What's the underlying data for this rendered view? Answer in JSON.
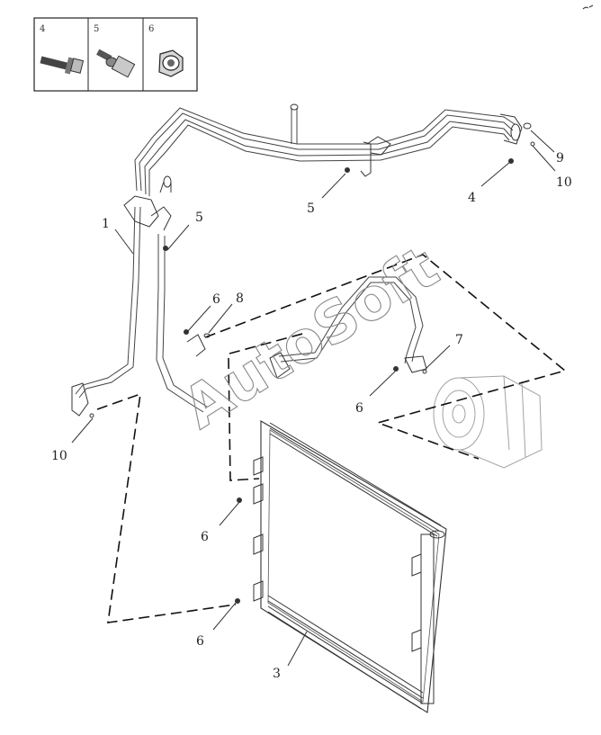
{
  "legend": {
    "cells": [
      {
        "num": "4",
        "icon": "flange-bolt-icon"
      },
      {
        "num": "5",
        "icon": "stud-bolt-icon"
      },
      {
        "num": "6",
        "icon": "hex-nut-icon"
      }
    ]
  },
  "callouts": {
    "c1": "1",
    "c3": "3",
    "c4": "4",
    "c5a": "5",
    "c5b": "5",
    "c6a": "6",
    "c6b": "6",
    "c6c": "6",
    "c6d": "6",
    "c7": "7",
    "c8": "8",
    "c9": "9",
    "c10a": "10",
    "c10b": "10"
  },
  "watermark": "AutoSoft",
  "colors": {
    "line": "#333333",
    "watermark": "#888888",
    "background": "#ffffff"
  }
}
